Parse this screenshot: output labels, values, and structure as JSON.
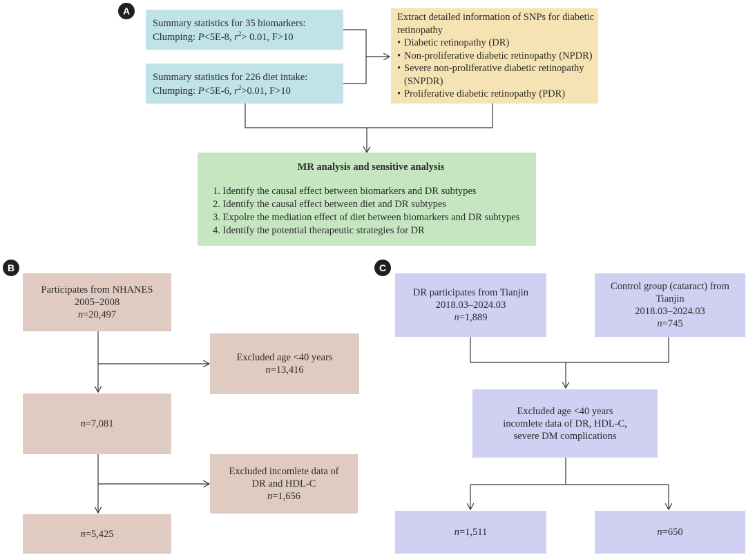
{
  "panel_a": {
    "badge": "A",
    "biomarkers": {
      "line1": "Summary statistics for 35 biomarkers:",
      "clump_prefix": "Clumping: ",
      "p_label": "P",
      "p_value": "<5E-8, ",
      "r_label": "r",
      "r_exp": "2",
      "r_value": "> 0.01, F>10"
    },
    "diet": {
      "line1": "Summary statistics for 226 diet intake:",
      "clump_prefix": "Clumping: ",
      "p_label": "P",
      "p_value": "<5E-6, ",
      "r_label": "r",
      "r_exp": "2",
      "r_value": ">0.01, F>10"
    },
    "snps": {
      "title_line1": "Extract detailed information of SNPs for diabetic",
      "title_line2": "retinopathy",
      "items": [
        "Diabetic retinopathy (DR)",
        "Non-proliferative diabetic retinopathy (NPDR)",
        "Severe non-proliferative diabetic retinopathy (SNPDR)",
        "Proliferative diabetic retinopathy (PDR)"
      ]
    },
    "mr": {
      "title": "MR analysis and sensitive analysis",
      "items": [
        "1. Identify the causal effect between biomarkers and DR subtypes",
        "2. Identify the causal effect between diet and DR subtypes",
        "3. Expolre the mediation effect of diet between biomarkers and DR subtypes",
        "4. Identify the potential therapeutic strategies for DR"
      ]
    }
  },
  "panel_b": {
    "badge": "B",
    "nhanes": {
      "line1": "Participates from NHANES",
      "line2": "2005–2008",
      "n_label": "n",
      "n_value": "=20,497"
    },
    "excl_age": {
      "line1": "Excluded age <40 years",
      "n_label": "n",
      "n_value": "=13,416"
    },
    "mid": {
      "n_label": "n",
      "n_value": "=7,081"
    },
    "excl_data": {
      "line1": "Excluded incomlete data of",
      "line2": "DR and HDL-C",
      "n_label": "n",
      "n_value": "=1,656"
    },
    "final": {
      "n_label": "n",
      "n_value": "=5,425"
    }
  },
  "panel_c": {
    "badge": "C",
    "dr": {
      "line1": "DR participates from Tianjin",
      "line2": "2018.03–2024.03",
      "n_label": "n",
      "n_value": "=1,889"
    },
    "control": {
      "line1": "Control group (cataract) from",
      "line2": "Tianjin",
      "line3": "2018.03–2024.03",
      "n_label": "n",
      "n_value": "=745"
    },
    "excl": {
      "line1": "Excluded age <40 years",
      "line2": "incomlete data of DR, HDL-C,",
      "line3": "severe DM complications"
    },
    "final_dr": {
      "n_label": "n",
      "n_value": "=1,511"
    },
    "final_ctrl": {
      "n_label": "n",
      "n_value": "=650"
    }
  },
  "colors": {
    "cyan": "#bfe3e6",
    "yellow": "#f6e3b3",
    "green": "#c6e6c2",
    "tan": "#e0cbc2",
    "lavender": "#cfd0f2",
    "line": "#333333"
  }
}
